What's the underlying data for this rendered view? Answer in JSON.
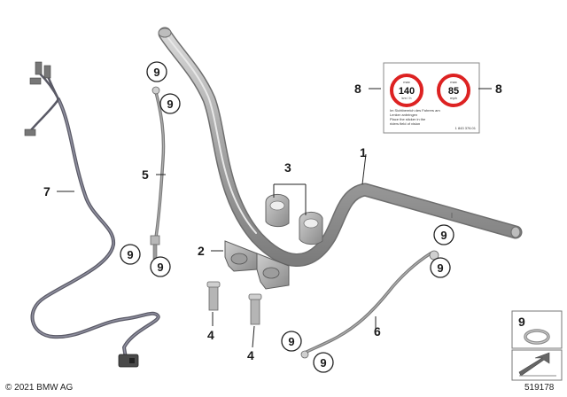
{
  "labels": {
    "p1": "1",
    "p2": "2",
    "p3": "3",
    "p4a": "4",
    "p4b": "4",
    "p5": "5",
    "p6": "6",
    "p7": "7",
    "p8a": "8",
    "p8b": "8",
    "p9": "9"
  },
  "sticker": {
    "sign1_top": "max",
    "sign1_value": "140",
    "sign1_unit": "km / h",
    "sign2_top": "max",
    "sign2_value": "85",
    "sign2_unit": "mph",
    "text_lines": [
      "Im Sichtbereich des Fahrers am",
      "Lenker anbringen",
      "Place the sticker in the",
      "riders field of vision"
    ],
    "code": "1 843 376.01"
  },
  "legend": {
    "label": "9"
  },
  "footer": {
    "copyright": "© 2021 BMW AG",
    "diagram_id": "519178"
  }
}
